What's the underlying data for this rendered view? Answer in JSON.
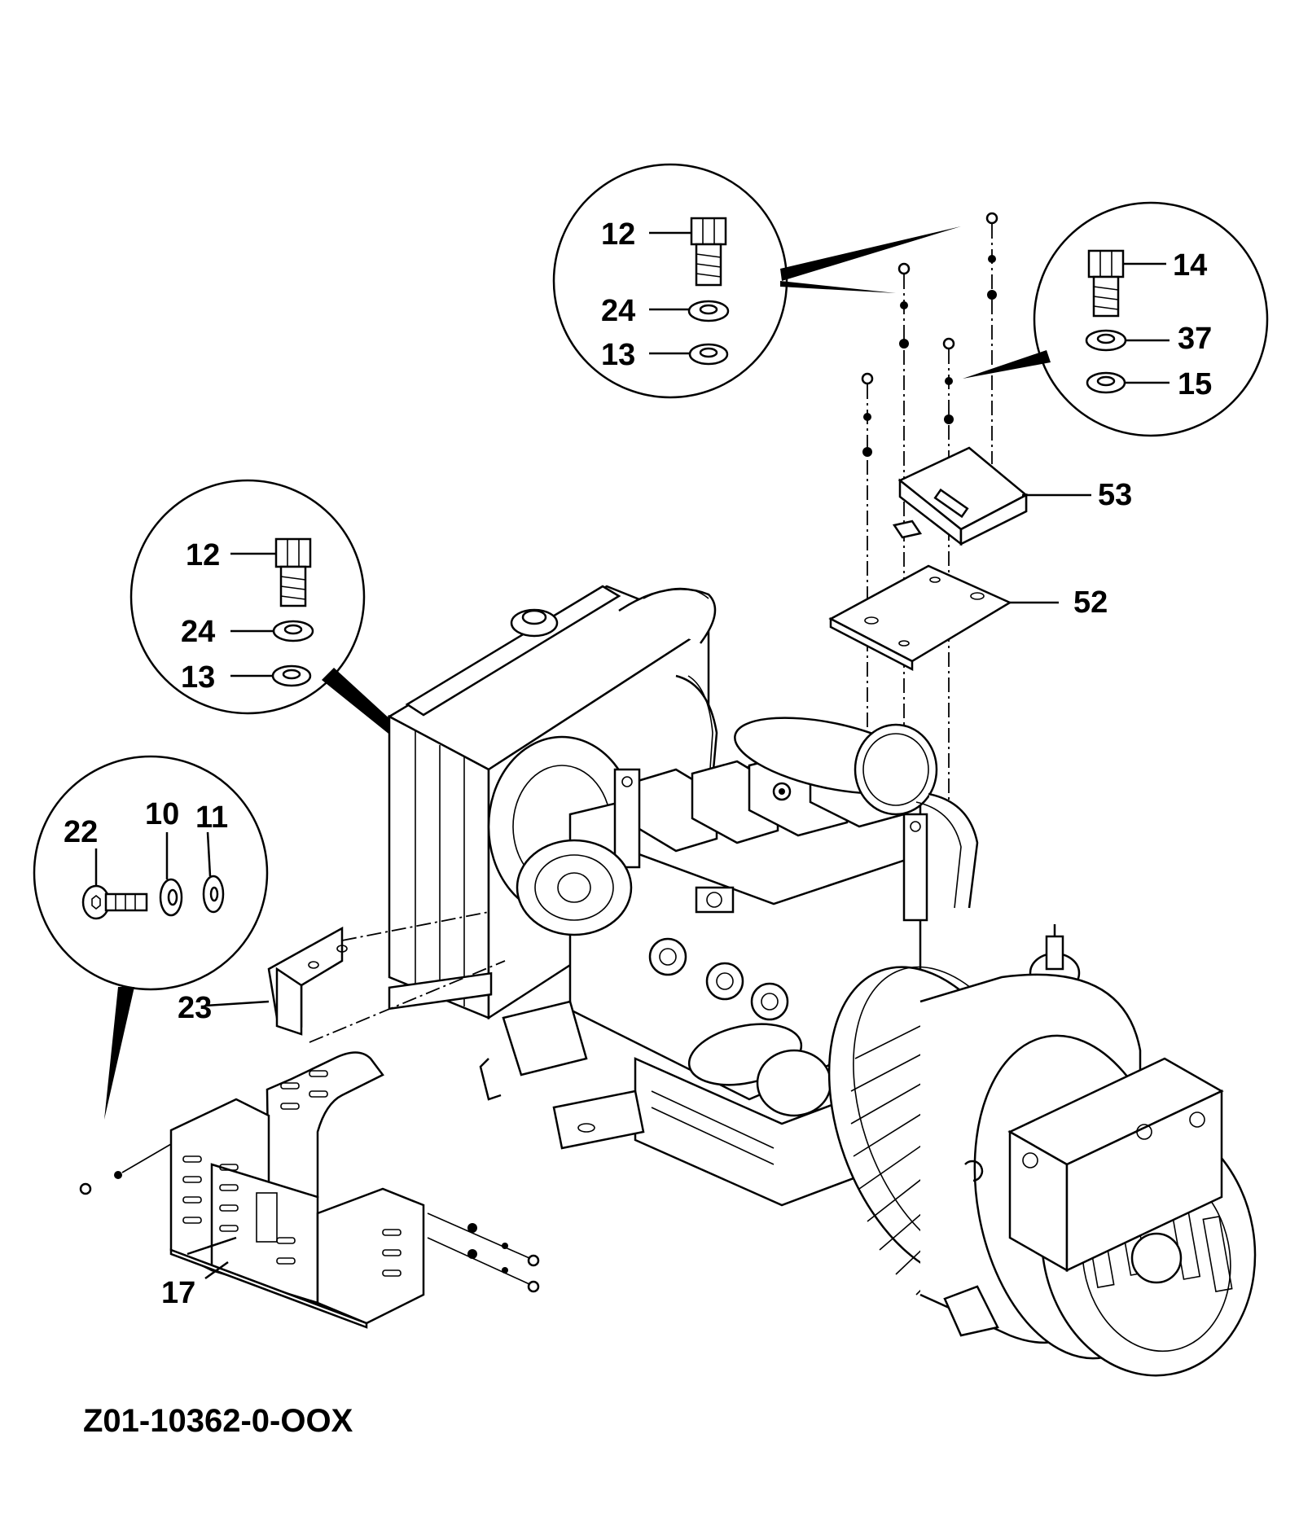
{
  "drawing_code": "Z01-10362-0-OOX",
  "callouts": {
    "c12a": "12",
    "c24a": "24",
    "c13a": "13",
    "c14": "14",
    "c37": "37",
    "c15": "15",
    "c53": "53",
    "c52": "52",
    "c12b": "12",
    "c24b": "24",
    "c13b": "13",
    "c22": "22",
    "c10": "10",
    "c11": "11",
    "c23": "23",
    "c17": "17"
  }
}
